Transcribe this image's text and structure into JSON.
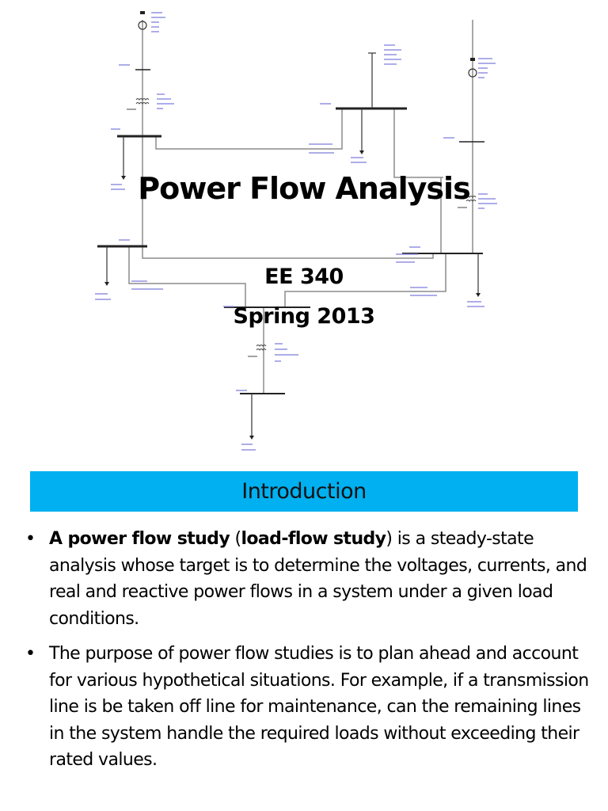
{
  "slide_title": {
    "title": "Power Flow Analysis",
    "course": "EE 340",
    "term": "Spring 2013"
  },
  "diagram": {
    "description": "One-line power system diagram (buses, generators, transformers, loads, lines)",
    "line_color": "#8c8c8c",
    "bus_color": "#222222",
    "label_color": "#6b6bd6"
  },
  "section": {
    "header": "Introduction",
    "header_bg": "#00b0f0"
  },
  "bullets": [
    {
      "bold1": "A power flow study",
      "p1": " (",
      "bold2": "load-flow study",
      "p2": ") is a steady-state analysis whose target is to determine the voltages, currents, and real and reactive power flows in a system under a given load conditions."
    },
    {
      "text": "The purpose of power flow studies is to plan ahead and account for various hypothetical situations. For example, if a transmission line is be taken off line for maintenance, can the remaining lines in the system handle the required loads without exceeding their rated values."
    }
  ],
  "bullet_glyph": "•"
}
